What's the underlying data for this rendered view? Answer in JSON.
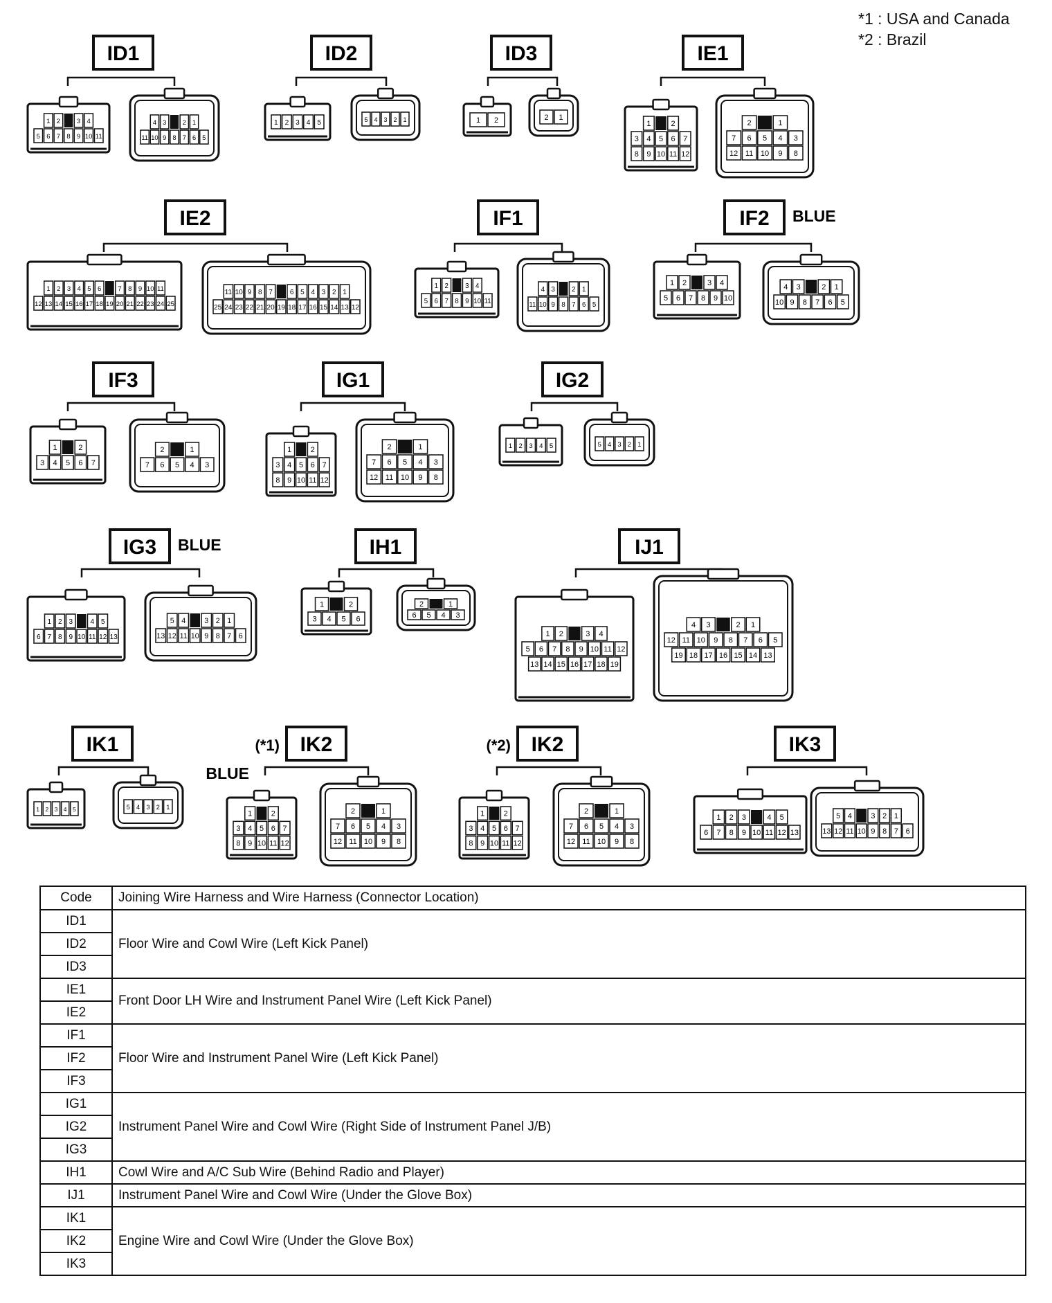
{
  "notes": [
    "*1 : USA and Canada",
    "*2 : Brazil"
  ],
  "connectors": [
    {
      "code": "ID1",
      "note": "",
      "color": "",
      "left": {
        "type": "male",
        "rows": [
          [
            "1",
            "2",
            "",
            "3",
            "4"
          ],
          [
            "5",
            "6",
            "7",
            "8",
            "9",
            "10",
            "11"
          ]
        ]
      },
      "right": {
        "type": "female",
        "rows": [
          [
            "4",
            "3",
            "",
            "2",
            "1"
          ],
          [
            "11",
            "10",
            "9",
            "8",
            "7",
            "6",
            "5"
          ]
        ]
      }
    },
    {
      "code": "ID2",
      "note": "",
      "color": "",
      "left": {
        "type": "male",
        "rows": [
          [
            "1",
            "2",
            "3",
            "4",
            "5"
          ]
        ]
      },
      "right": {
        "type": "female",
        "rows": [
          [
            "5",
            "4",
            "3",
            "2",
            "1"
          ]
        ]
      }
    },
    {
      "code": "ID3",
      "note": "",
      "color": "",
      "left": {
        "type": "male",
        "rows": [
          [
            "1",
            "2"
          ]
        ]
      },
      "right": {
        "type": "female",
        "rows": [
          [
            "2",
            "1"
          ]
        ]
      }
    },
    {
      "code": "IE1",
      "note": "",
      "color": "",
      "left": {
        "type": "male",
        "rows": [
          [
            "1",
            "",
            "2"
          ],
          [
            "3",
            "4",
            "5",
            "6",
            "7"
          ],
          [
            "8",
            "9",
            "10",
            "11",
            "12"
          ]
        ]
      },
      "right": {
        "type": "female",
        "rows": [
          [
            "2",
            "",
            "1"
          ],
          [
            "7",
            "6",
            "5",
            "4",
            "3"
          ],
          [
            "12",
            "11",
            "10",
            "9",
            "8"
          ]
        ]
      }
    },
    {
      "code": "IE2",
      "note": "",
      "color": "",
      "left": {
        "type": "male",
        "rows": [
          [
            "1",
            "2",
            "3",
            "4",
            "5",
            "6",
            "",
            "7",
            "8",
            "9",
            "10",
            "11"
          ],
          [
            "12",
            "13",
            "14",
            "15",
            "16",
            "17",
            "18",
            "19",
            "20",
            "21",
            "22",
            "23",
            "24",
            "25"
          ]
        ]
      },
      "right": {
        "type": "female",
        "rows": [
          [
            "11",
            "10",
            "9",
            "8",
            "7",
            "",
            "6",
            "5",
            "4",
            "3",
            "2",
            "1"
          ],
          [
            "25",
            "24",
            "23",
            "22",
            "21",
            "20",
            "19",
            "18",
            "17",
            "16",
            "15",
            "14",
            "13",
            "12"
          ]
        ]
      }
    },
    {
      "code": "IF1",
      "note": "",
      "color": "",
      "left": {
        "type": "male",
        "rows": [
          [
            "1",
            "2",
            "",
            "3",
            "4"
          ],
          [
            "5",
            "6",
            "7",
            "8",
            "9",
            "10",
            "11"
          ]
        ]
      },
      "right": {
        "type": "female",
        "rows": [
          [
            "4",
            "3",
            "",
            "2",
            "1"
          ],
          [
            "11",
            "10",
            "9",
            "8",
            "7",
            "6",
            "5"
          ]
        ]
      }
    },
    {
      "code": "IF2",
      "note": "",
      "color": "BLUE",
      "left": {
        "type": "male",
        "rows": [
          [
            "1",
            "2",
            "",
            "3",
            "4"
          ],
          [
            "5",
            "6",
            "7",
            "8",
            "9",
            "10"
          ]
        ]
      },
      "right": {
        "type": "female",
        "rows": [
          [
            "4",
            "3",
            "",
            "2",
            "1"
          ],
          [
            "10",
            "9",
            "8",
            "7",
            "6",
            "5"
          ]
        ]
      }
    },
    {
      "code": "IF3",
      "note": "",
      "color": "",
      "left": {
        "type": "male",
        "rows": [
          [
            "1",
            "",
            "2"
          ],
          [
            "3",
            "4",
            "5",
            "6",
            "7"
          ]
        ]
      },
      "right": {
        "type": "female",
        "rows": [
          [
            "2",
            "",
            "1"
          ],
          [
            "7",
            "6",
            "5",
            "4",
            "3"
          ]
        ]
      }
    },
    {
      "code": "IG1",
      "note": "",
      "color": "",
      "left": {
        "type": "male",
        "rows": [
          [
            "1",
            "",
            "2"
          ],
          [
            "3",
            "4",
            "5",
            "6",
            "7"
          ],
          [
            "8",
            "9",
            "10",
            "11",
            "12"
          ]
        ]
      },
      "right": {
        "type": "female",
        "rows": [
          [
            "2",
            "",
            "1"
          ],
          [
            "7",
            "6",
            "5",
            "4",
            "3"
          ],
          [
            "12",
            "11",
            "10",
            "9",
            "8"
          ]
        ]
      }
    },
    {
      "code": "IG2",
      "note": "",
      "color": "",
      "left": {
        "type": "male",
        "rows": [
          [
            "1",
            "2",
            "3",
            "4",
            "5"
          ]
        ]
      },
      "right": {
        "type": "female",
        "rows": [
          [
            "5",
            "4",
            "3",
            "2",
            "1"
          ]
        ]
      }
    },
    {
      "code": "IG3",
      "note": "",
      "color": "BLUE",
      "left": {
        "type": "male",
        "rows": [
          [
            "1",
            "2",
            "3",
            "",
            "4",
            "5"
          ],
          [
            "6",
            "7",
            "8",
            "9",
            "10",
            "11",
            "12",
            "13"
          ]
        ]
      },
      "right": {
        "type": "female",
        "rows": [
          [
            "5",
            "4",
            "",
            "3",
            "2",
            "1"
          ],
          [
            "13",
            "12",
            "11",
            "10",
            "9",
            "8",
            "7",
            "6"
          ]
        ]
      }
    },
    {
      "code": "IH1",
      "note": "",
      "color": "",
      "left": {
        "type": "male",
        "rows": [
          [
            "1",
            "",
            "2"
          ],
          [
            "3",
            "4",
            "5",
            "6"
          ]
        ]
      },
      "right": {
        "type": "female",
        "rows": [
          [
            "2",
            "",
            "1"
          ],
          [
            "6",
            "5",
            "4",
            "3"
          ]
        ]
      }
    },
    {
      "code": "IJ1",
      "note": "",
      "color": "",
      "left": {
        "type": "male",
        "rows": [
          [
            "1",
            "2",
            "",
            "3",
            "4"
          ],
          [
            "5",
            "6",
            "7",
            "8",
            "9",
            "10",
            "11",
            "12"
          ],
          [
            "13",
            "14",
            "15",
            "16",
            "17",
            "18",
            "19"
          ]
        ]
      },
      "right": {
        "type": "female",
        "rows": [
          [
            "4",
            "3",
            "",
            "2",
            "1"
          ],
          [
            "12",
            "11",
            "10",
            "9",
            "8",
            "7",
            "6",
            "5"
          ],
          [
            "19",
            "18",
            "17",
            "16",
            "15",
            "14",
            "13"
          ]
        ]
      }
    },
    {
      "code": "IK1",
      "note": "",
      "color": "",
      "left": {
        "type": "male",
        "rows": [
          [
            "1",
            "2",
            "3",
            "4",
            "5"
          ]
        ]
      },
      "right": {
        "type": "female",
        "rows": [
          [
            "5",
            "4",
            "3",
            "2",
            "1"
          ]
        ]
      }
    },
    {
      "code": "IK2",
      "note": "(*1)",
      "color": "BLUE",
      "left": {
        "type": "male",
        "rows": [
          [
            "1",
            "",
            "2"
          ],
          [
            "3",
            "4",
            "5",
            "6",
            "7"
          ],
          [
            "8",
            "9",
            "10",
            "11",
            "12"
          ]
        ]
      },
      "right": {
        "type": "female",
        "rows": [
          [
            "2",
            "",
            "1"
          ],
          [
            "7",
            "6",
            "5",
            "4",
            "3"
          ],
          [
            "12",
            "11",
            "10",
            "9",
            "8"
          ]
        ]
      }
    },
    {
      "code": "IK2",
      "note": "(*2)",
      "color": "",
      "left": {
        "type": "male",
        "rows": [
          [
            "1",
            "",
            "2"
          ],
          [
            "3",
            "4",
            "5",
            "6",
            "7"
          ],
          [
            "8",
            "9",
            "10",
            "11",
            "12"
          ]
        ]
      },
      "right": {
        "type": "female",
        "rows": [
          [
            "2",
            "",
            "1"
          ],
          [
            "7",
            "6",
            "5",
            "4",
            "3"
          ],
          [
            "12",
            "11",
            "10",
            "9",
            "8"
          ]
        ]
      }
    },
    {
      "code": "IK3",
      "note": "",
      "color": "",
      "left": {
        "type": "male",
        "rows": [
          [
            "1",
            "2",
            "3",
            "",
            "4",
            "5"
          ],
          [
            "6",
            "7",
            "8",
            "9",
            "10",
            "11",
            "12",
            "13"
          ]
        ]
      },
      "right": {
        "type": "female",
        "rows": [
          [
            "5",
            "4",
            "",
            "3",
            "2",
            "1"
          ],
          [
            "13",
            "12",
            "11",
            "10",
            "9",
            "8",
            "7",
            "6"
          ]
        ]
      }
    }
  ],
  "table": {
    "header": {
      "code": "Code",
      "description": "Joining Wire Harness and Wire Harness (Connector Location)"
    },
    "groups": [
      {
        "codes": [
          "ID1",
          "ID2",
          "ID3"
        ],
        "description": "Floor Wire and Cowl Wire (Left Kick Panel)"
      },
      {
        "codes": [
          "IE1",
          "IE2"
        ],
        "description": "Front Door LH Wire and Instrument Panel Wire (Left Kick Panel)"
      },
      {
        "codes": [
          "IF1",
          "IF2",
          "IF3"
        ],
        "description": "Floor Wire and Instrument Panel Wire (Left Kick Panel)"
      },
      {
        "codes": [
          "IG1",
          "IG2",
          "IG3"
        ],
        "description": "Instrument Panel Wire and Cowl Wire (Right Side of Instrument Panel J/B)"
      },
      {
        "codes": [
          "IH1"
        ],
        "description": "Cowl Wire and A/C Sub Wire (Behind Radio and Player)"
      },
      {
        "codes": [
          "IJ1"
        ],
        "description": "Instrument Panel Wire and Cowl Wire (Under the Glove Box)"
      },
      {
        "codes": [
          "IK1",
          "IK2",
          "IK3"
        ],
        "description": "Engine Wire and Cowl Wire (Under the Glove Box)"
      }
    ]
  }
}
